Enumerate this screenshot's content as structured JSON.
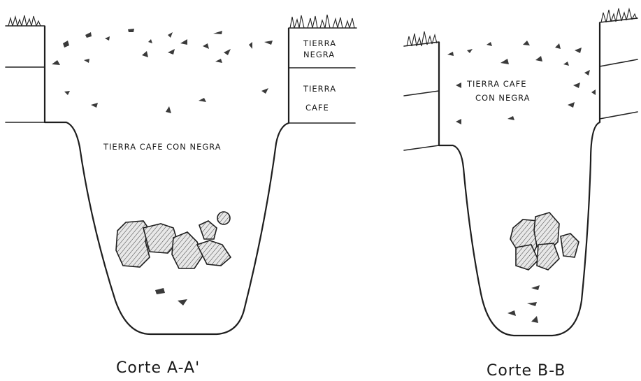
{
  "section_a": {
    "layer_top": [
      "TIERRA",
      "NEGRA"
    ],
    "layer_mid": [
      "TIERRA",
      "CAFE"
    ],
    "fill_label": "TIERRA CAFE CON NEGRA",
    "caption": "Corte A-A'"
  },
  "section_b": {
    "fill_label": [
      "TIERRA CAFE",
      "CON NEGRA"
    ],
    "caption": "Corte B-B"
  }
}
